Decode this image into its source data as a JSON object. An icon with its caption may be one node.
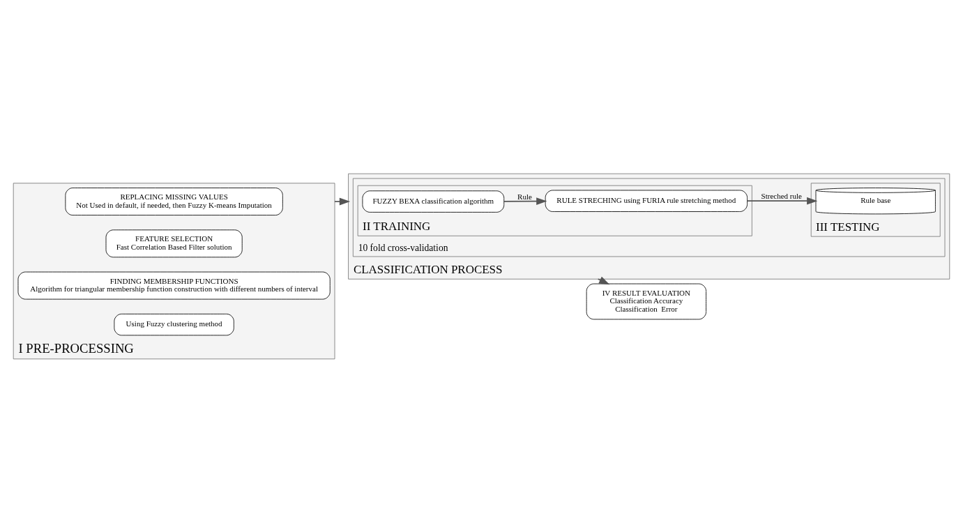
{
  "diagram": {
    "nodes": [
      {
        "text": [
          "I PRE-PROCESSING"
        ]
      },
      {
        "text": [
          "REPLACING MISSING VALUES",
          "Not Used in default, if needed, then Fuzzy K-means Imputation"
        ],
        "in": 0
      },
      {
        "text": [
          "FEATURE SELECTION",
          "Fast Correlation Based Filter solution"
        ],
        "in": 0
      },
      {
        "text": [
          "FINDING MEMBERSHIP FUNCTIONS",
          "Algorithm for triangular membership function construction with different numbers of interval"
        ],
        "in": 0
      },
      {
        "text": [
          "Using Fuzzy clustering method"
        ],
        "in": 0
      },
      {
        "text": [
          "CLASSIFICATION PROCESS"
        ]
      },
      {
        "text": [
          "10 fold cross-validation"
        ],
        "in": 5
      },
      {
        "text": [
          "II TRAINING"
        ],
        "in": 6
      },
      {
        "text": [
          "FUZZY BEXA classification algorithm"
        ],
        "in": 7
      },
      {
        "text": [
          "RULE STRECHING using FURIA rule stretching method"
        ],
        "in": 7
      },
      {
        "text": [
          "III TESTING"
        ],
        "in": 6
      },
      {
        "text": [
          "Rule base"
        ],
        "in": 10
      },
      {
        "text": [
          "IV RESULT EVALUATION",
          "Classification Accuracy",
          "Classification  Error"
        ]
      }
    ],
    "edges": [
      {
        "from": 0,
        "to": 5,
        "arrow": "to"
      },
      {
        "from": 8,
        "to": 9,
        "arrow": "to",
        "label": "Rule"
      },
      {
        "from": 9,
        "to": 11,
        "arrow": "to",
        "label": "Streched rule"
      },
      {
        "from": 5,
        "to": 12,
        "arrow": "to"
      }
    ]
  }
}
